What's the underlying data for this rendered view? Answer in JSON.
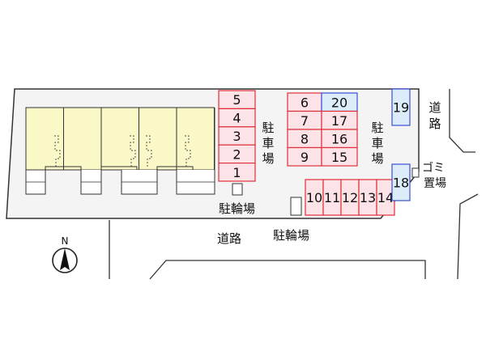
{
  "colors": {
    "parking_stall_border": "#e0303a",
    "parking_stall_fill": "#fbe3e8",
    "highlight_stall_border": "#3a4fd6",
    "highlight_stall_fill": "#dcecf8",
    "building_fill": "#fbf8c8",
    "outline": "#333333"
  },
  "parking": {
    "west_column": [
      "5",
      "4",
      "3",
      "2",
      "1"
    ],
    "center_left_column": [
      "6",
      "7",
      "8",
      "9"
    ],
    "center_right_column": [
      "20",
      "17",
      "16",
      "15"
    ],
    "bottom_row": [
      "10",
      "11",
      "12",
      "13",
      "14"
    ],
    "east_stalls": [
      "19",
      "18"
    ],
    "highlighted_stalls": [
      "20",
      "19",
      "18"
    ]
  },
  "labels": {
    "parking_lot_west": "駐\n車\n場",
    "parking_lot_east": "駐\n車\n場",
    "bicycle_parking_1": "駐輪場",
    "bicycle_parking_2": "駐輪場",
    "road_south": "道路",
    "road_east": "道\n路",
    "garbage_area": "ゴミ\n置場",
    "north": "N"
  }
}
